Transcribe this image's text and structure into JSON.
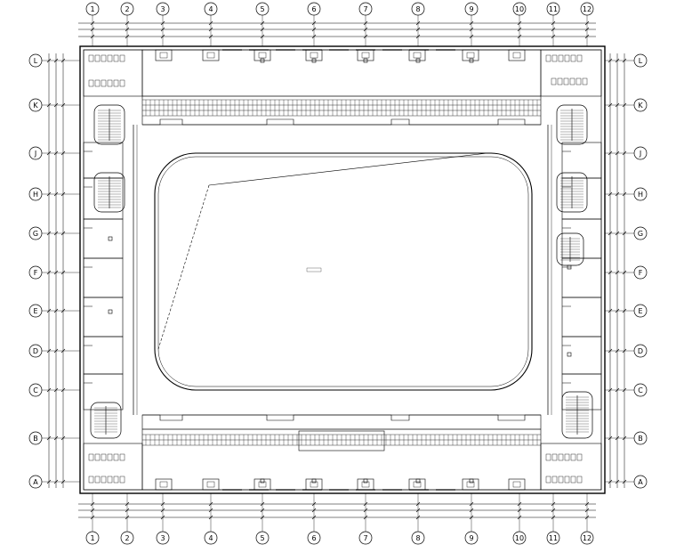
{
  "plan": {
    "column_labels": [
      "1",
      "2",
      "3",
      "4",
      "5",
      "6",
      "7",
      "8",
      "9",
      "10",
      "11",
      "12"
    ],
    "row_labels": [
      "L",
      "K",
      "J",
      "H",
      "G",
      "F",
      "E",
      "D",
      "C",
      "B",
      "A"
    ]
  }
}
